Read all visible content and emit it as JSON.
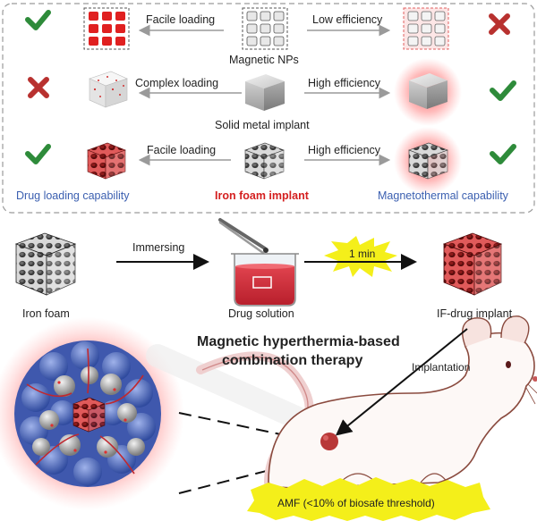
{
  "comparison": {
    "rows": [
      {
        "center_label": "Magnetic NPs",
        "left_label": "Facile loading",
        "right_label": "Low efficiency",
        "left_mark": "check-icon",
        "right_mark": "cross-icon"
      },
      {
        "center_label": "Solid metal implant",
        "left_label": "Complex loading",
        "right_label": "High efficiency",
        "left_mark": "cross-icon",
        "right_mark": "check-icon"
      },
      {
        "center_label": "Iron foam implant",
        "left_label": "Facile loading",
        "right_label": "High efficiency",
        "left_mark": "check-icon",
        "right_mark": "check-icon"
      }
    ],
    "left_caption": "Drug loading capability",
    "right_caption": "Magnetothermal capability"
  },
  "process": {
    "start_label": "Iron foam",
    "step1_label": "Immersing",
    "middle_label": "Drug solution",
    "duration_label": "1 min",
    "end_label": "IF-drug implant"
  },
  "therapy": {
    "title_line1": "Magnetic hyperthermia-based",
    "title_line2": "combination therapy",
    "implantation_label": "Implantation",
    "amf_label": "AMF (<10% of biosafe threshold)"
  },
  "colors": {
    "check": "#2e8b3a",
    "cross": "#b8312f",
    "caption_blue": "#3b5fb0",
    "iron_red": "#d42020",
    "foam_red": "#a31c1c",
    "cell_blue": "#4a63b8",
    "highlight_yellow": "#f4ef1a"
  }
}
